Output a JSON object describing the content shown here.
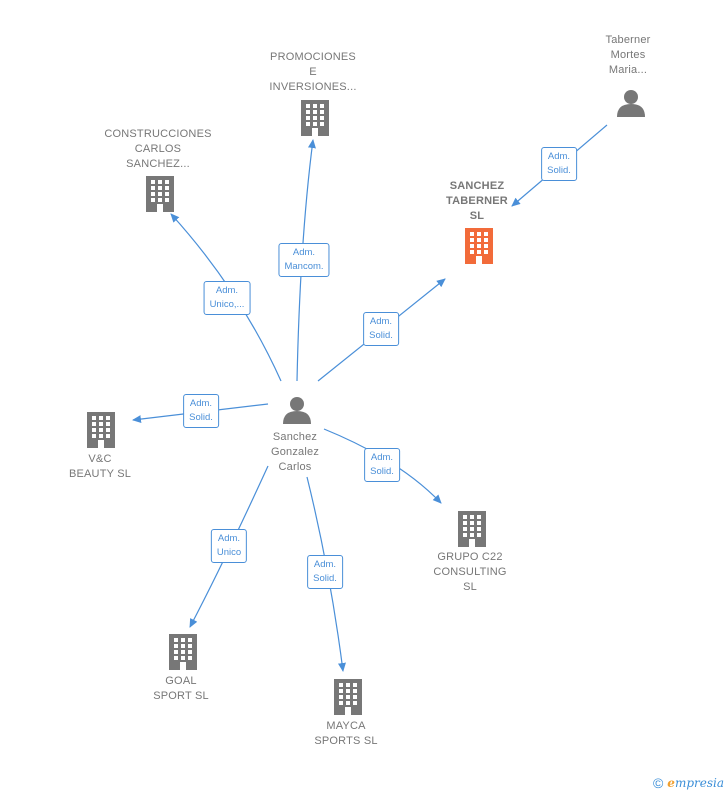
{
  "nodes": [
    {
      "id": "sanchez-gonzalez-carlos",
      "label": "Sanchez\nGonzalez\nCarlos",
      "type": "person",
      "focus": false
    },
    {
      "id": "taberner-mortes-maria",
      "label": "Taberner\nMortes\nMaria...",
      "type": "person",
      "focus": false
    },
    {
      "id": "sanchez-taberner-sl",
      "label": "SANCHEZ\nTABERNER\nSL",
      "type": "company",
      "focus": true
    },
    {
      "id": "promociones-inversiones",
      "label": "PROMOCIONES\nE\nINVERSIONES...",
      "type": "company",
      "focus": false
    },
    {
      "id": "construcciones-carlos-sanchez",
      "label": "CONSTRUCCIONES\nCARLOS\nSANCHEZ...",
      "type": "company",
      "focus": false
    },
    {
      "id": "vc-beauty-sl",
      "label": "V&C\nBEAUTY  SL",
      "type": "company",
      "focus": false
    },
    {
      "id": "grupo-c22-consulting-sl",
      "label": "GRUPO C22\nCONSULTING\nSL",
      "type": "company",
      "focus": false
    },
    {
      "id": "goal-sport-sl",
      "label": "GOAL\nSPORT  SL",
      "type": "company",
      "focus": false
    },
    {
      "id": "mayca-sports-sl",
      "label": "MAYCA\nSPORTS  SL",
      "type": "company",
      "focus": false
    }
  ],
  "edges": [
    {
      "from": "taberner-mortes-maria",
      "to": "sanchez-taberner-sl",
      "label": "Adm.\nSolid."
    },
    {
      "from": "sanchez-gonzalez-carlos",
      "to": "sanchez-taberner-sl",
      "label": "Adm.\nSolid."
    },
    {
      "from": "sanchez-gonzalez-carlos",
      "to": "promociones-inversiones",
      "label": "Adm.\nMancom."
    },
    {
      "from": "sanchez-gonzalez-carlos",
      "to": "construcciones-carlos-sanchez",
      "label": "Adm.\nUnico,..."
    },
    {
      "from": "sanchez-gonzalez-carlos",
      "to": "vc-beauty-sl",
      "label": "Adm.\nSolid."
    },
    {
      "from": "sanchez-gonzalez-carlos",
      "to": "grupo-c22-consulting-sl",
      "label": "Adm.\nSolid."
    },
    {
      "from": "sanchez-gonzalez-carlos",
      "to": "goal-sport-sl",
      "label": "Adm.\nUnico"
    },
    {
      "from": "sanchez-gonzalez-carlos",
      "to": "mayca-sports-sl",
      "label": "Adm.\nSolid."
    }
  ],
  "colors": {
    "edge": "#4a8fd8",
    "icon": "#777777",
    "focus_icon": "#f26b3a",
    "label_text": "#777777"
  },
  "footer": {
    "copyright_symbol": "©",
    "brand_initial": "e",
    "brand_rest": "mpresia"
  }
}
